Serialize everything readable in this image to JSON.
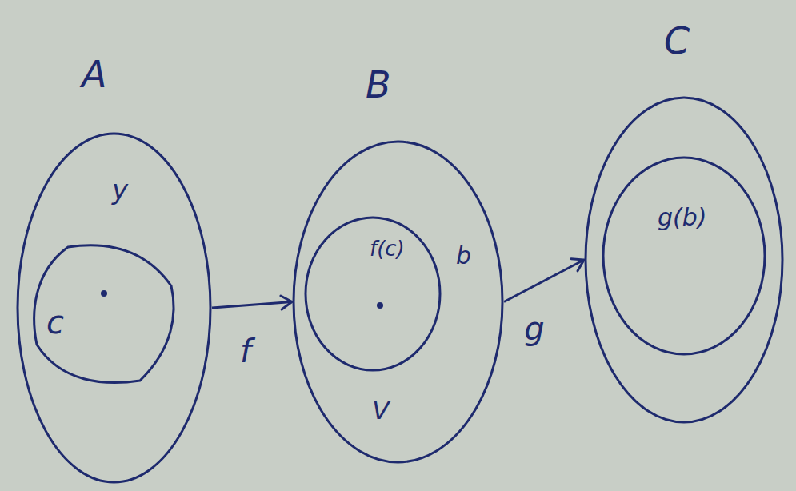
{
  "diagram": {
    "nodes": [
      {
        "text": [
          "A",
          "y"
        ]
      },
      {
        "text": [
          "c"
        ],
        "in": 0
      },
      {
        "text": [
          "B",
          "V"
        ]
      },
      {
        "text": [
          "f(c)"
        ],
        "in": 2
      },
      {
        "text": [
          "C"
        ]
      },
      {
        "text": [
          "g(b)"
        ],
        "in": 4
      }
    ],
    "edges": [
      {
        "from": 0,
        "to": 2,
        "arrow": "to",
        "label": "f"
      },
      {
        "from": 2,
        "to": 4,
        "arrow": "to",
        "label": "g"
      }
    ],
    "labels": [
      "b"
    ]
  }
}
